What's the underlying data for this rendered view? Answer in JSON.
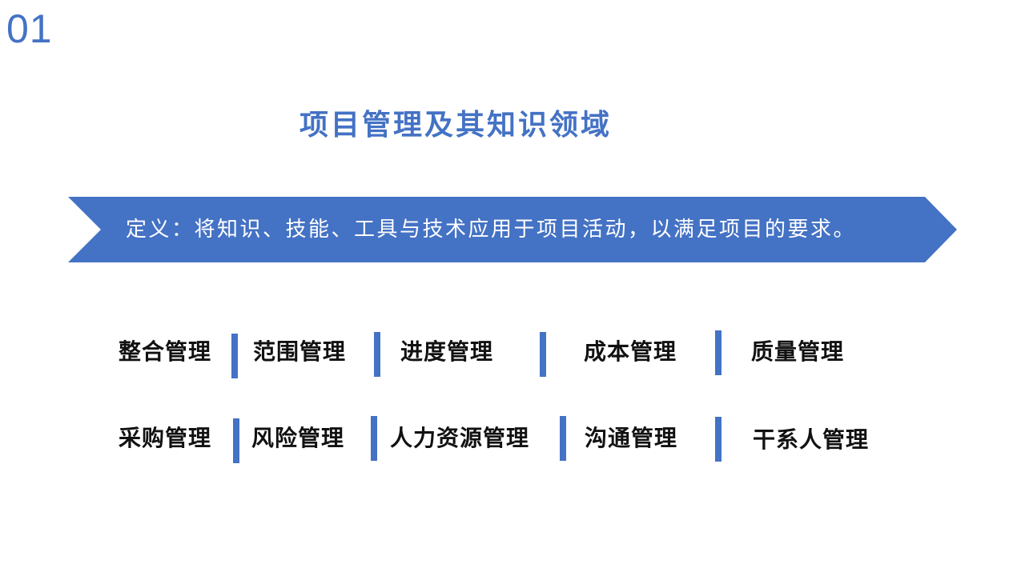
{
  "slide": {
    "number": "01",
    "title": "项目管理及其知识领域",
    "accent_color": "#4472C4"
  },
  "banner": {
    "text": "定义：将知识、技能、工具与技术应用于项目活动，以满足项目的要求。",
    "color": "#4472C4"
  },
  "knowledge_areas": {
    "row1": [
      "整合管理",
      "范围管理",
      "进度管理",
      "成本管理",
      "质量管理"
    ],
    "row2": [
      "采购管理",
      "风险管理",
      "人力资源管理",
      "沟通管理",
      "干系人管理"
    ]
  }
}
